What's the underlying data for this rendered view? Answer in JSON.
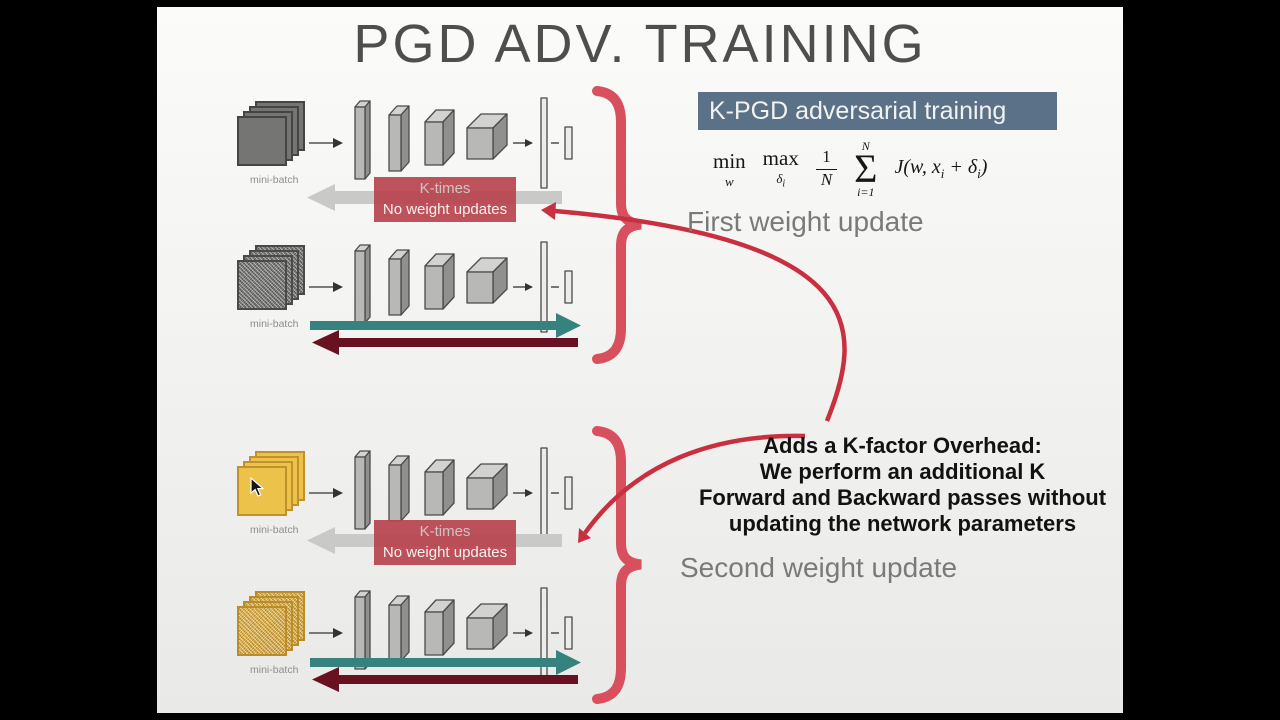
{
  "title": "PGD ADV. TRAINING",
  "header": {
    "label": "K-PGD adversarial training"
  },
  "formula": {
    "min": "min",
    "min_sub": "w",
    "max": "max",
    "max_sub_base": "δ",
    "max_sub_i": "i",
    "frac_num": "1",
    "frac_den": "N",
    "sum_top": "N",
    "sum_symbol": "Σ",
    "sum_bottom": "i=1",
    "expr_p1": "J(w, x",
    "expr_s1": "i",
    "expr_p2": " + δ",
    "expr_s2": "i",
    "expr_p3": ")"
  },
  "ktimes_box": {
    "line1": "K-times",
    "line2": "No weight updates"
  },
  "annotations": {
    "first_weight_update": "First weight update",
    "second_weight_update": "Second weight update",
    "overhead_lines": [
      "Adds a K-factor Overhead:",
      "We perform an additional K",
      "Forward and Backward passes without",
      "updating the network parameters"
    ]
  },
  "diagrams": [
    {
      "minibatch_label": "mini-batch",
      "batch_style": "gray-clean"
    },
    {
      "minibatch_label": "mini-batch",
      "batch_style": "gray-noise"
    },
    {
      "minibatch_label": "mini-batch",
      "batch_style": "yellow-clean"
    },
    {
      "minibatch_label": "mini-batch",
      "batch_style": "yellow-noise"
    }
  ],
  "colors": {
    "accent_red": "#d84f5e",
    "ktimes_bg": "#b94550",
    "teal_arrow": "#35827f",
    "dark_red_arrow": "#681120",
    "header_bg": "#5a7187",
    "batch_gray": "#757573",
    "batch_yellow": "#edc24a"
  }
}
